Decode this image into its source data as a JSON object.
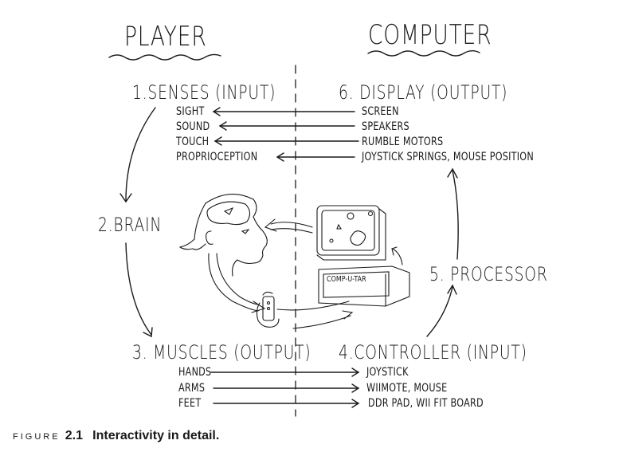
{
  "figure": {
    "columns": {
      "left_title": "PLAYER",
      "right_title": "COMPUTER"
    },
    "stages": {
      "senses": {
        "label": "1.SENSES (INPUT)",
        "items": [
          "SIGHT",
          "SOUND",
          "TOUCH",
          "PROPRIOCEPTION"
        ]
      },
      "brain": {
        "label": "2.BRAIN"
      },
      "muscles": {
        "label": "3. MUSCLES (OUTPUT)",
        "items": [
          "HANDS",
          "ARMS",
          "FEET"
        ]
      },
      "controller": {
        "label": "4.CONTROLLER (INPUT)",
        "items": [
          "JOYSTICK",
          "WIIMOTE, MOUSE",
          "DDR PAD, WII FIT BOARD"
        ]
      },
      "processor": {
        "label": "5. PROCESSOR"
      },
      "display": {
        "label": "6. DISPLAY (OUTPUT)",
        "items": [
          "SCREEN",
          "SPEAKERS",
          "RUMBLE MOTORS",
          "JOYSTICK SPRINGS, MOUSE POSITION"
        ]
      }
    },
    "illustration": {
      "computer_label": "COMP-U-TAR"
    },
    "caption": {
      "prefix": "FIGURE",
      "number": "2.1",
      "text": "Interactivity in detail."
    }
  }
}
